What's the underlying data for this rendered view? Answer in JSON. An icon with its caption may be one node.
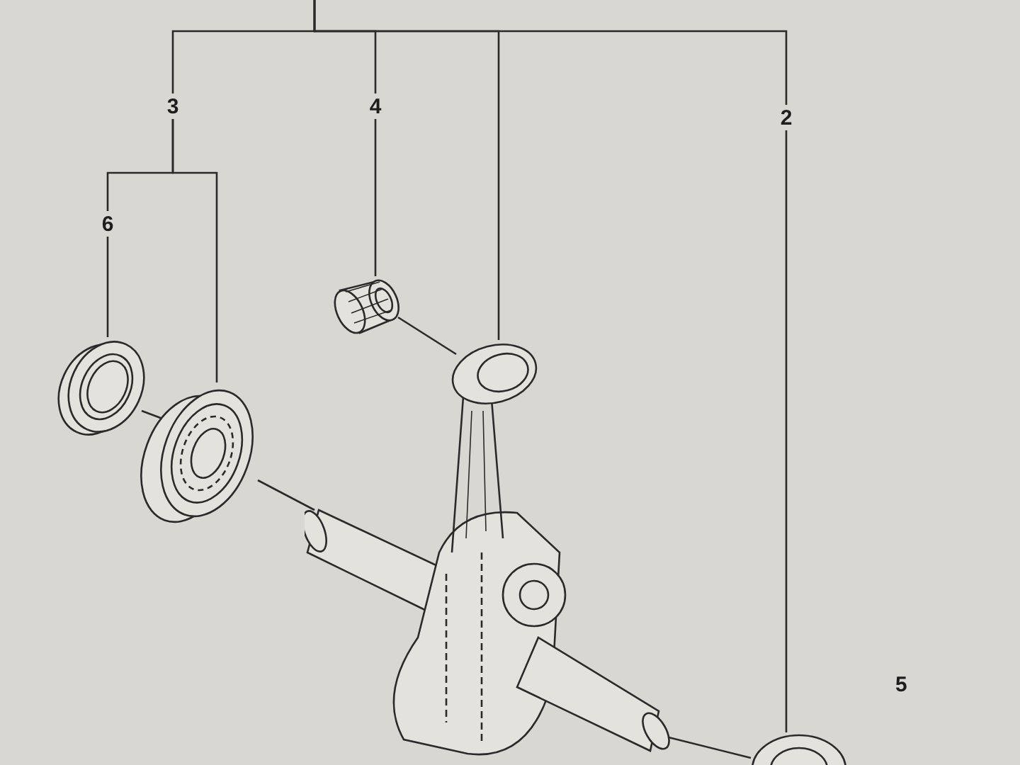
{
  "diagram": {
    "nodes": [
      {
        "text": [
          "3"
        ]
      },
      {
        "text": [
          "4"
        ]
      },
      {
        "text": [
          "2"
        ]
      },
      {
        "text": [
          "6"
        ]
      },
      {
        "text": [],
        "shape": "picture"
      },
      {
        "text": [],
        "shape": "picture"
      },
      {
        "text": [],
        "shape": "picture"
      },
      {
        "text": [],
        "shape": "picture"
      },
      {
        "text": [],
        "shape": "picture"
      }
    ],
    "edges": [
      {
        "from": null,
        "to": 0,
        "arrow": "none"
      },
      {
        "from": null,
        "to": 1,
        "arrow": "none"
      },
      {
        "from": null,
        "to": 7,
        "arrow": "none"
      },
      {
        "from": null,
        "to": 2,
        "arrow": "none"
      },
      {
        "from": 0,
        "to": 3,
        "arrow": "none"
      },
      {
        "from": 0,
        "to": 5,
        "arrow": "none"
      },
      {
        "from": 3,
        "to": 4,
        "arrow": "none"
      },
      {
        "from": 1,
        "to": 6,
        "arrow": "none"
      },
      {
        "from": 2,
        "to": 8,
        "arrow": "none"
      },
      {
        "from": 4,
        "to": 5,
        "arrow": "none"
      },
      {
        "from": 5,
        "to": 7,
        "arrow": "none"
      },
      {
        "from": 6,
        "to": 7,
        "arrow": "none"
      },
      {
        "from": 7,
        "to": 8,
        "arrow": "none"
      }
    ],
    "labels": [
      "5"
    ]
  }
}
